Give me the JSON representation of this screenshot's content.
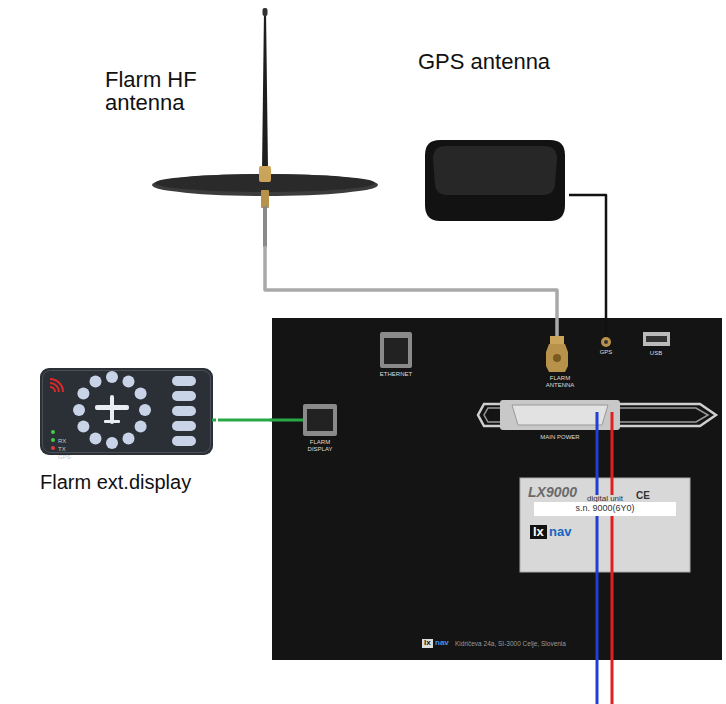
{
  "diagram": {
    "nodes": [
      {
        "text": [
          "Flarm HF antenna"
        ]
      },
      {
        "text": [
          "GPS antenna"
        ]
      },
      {
        "text": [
          "Flarm ext.display"
        ]
      },
      {
        "text": [
          "ETHERNET",
          "FLARM ANTENNA",
          "GPS",
          "USB",
          "FLARM DISPLAY",
          "MAIN POWER",
          "lx",
          "nav",
          "Kidričeva 24a, SI-3000 Celje, Slovenia"
        ]
      },
      {
        "text": [
          "LX9000",
          "digital unit",
          "CE",
          "s.n. 9000(6Y0)",
          "lx",
          "nav"
        ],
        "in": 3
      }
    ],
    "edges": [
      {
        "from": 0,
        "to": 3,
        "arrow": "none"
      },
      {
        "from": 1,
        "to": 3,
        "arrow": "none"
      },
      {
        "from": 2,
        "to": 3,
        "arrow": "none"
      }
    ],
    "labels": [
      "RX",
      "TX",
      "GPS"
    ]
  }
}
